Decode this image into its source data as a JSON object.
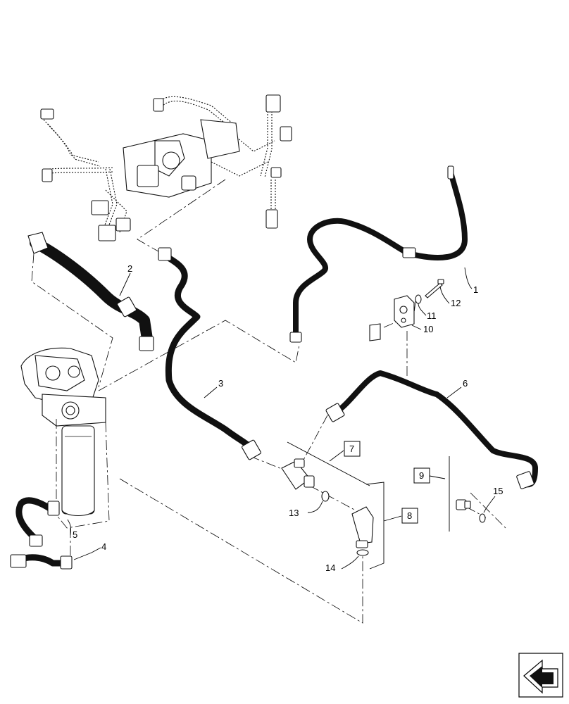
{
  "callouts": {
    "c1": "1",
    "c2": "2",
    "c3": "3",
    "c4": "4",
    "c5": "5",
    "c6": "6",
    "c7": "7",
    "c8": "8",
    "c9": "9",
    "c10": "10",
    "c11": "11",
    "c12": "12",
    "c13": "13",
    "c14": "14",
    "c15": "15"
  },
  "icons": {
    "nav": "next-page-arrow-icon"
  }
}
